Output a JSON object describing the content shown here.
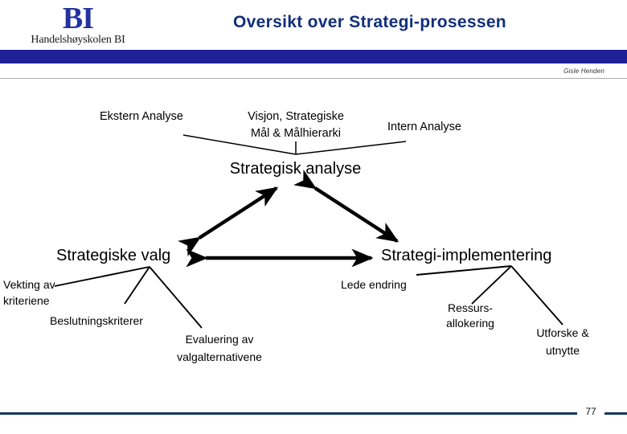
{
  "header": {
    "logo_mark": "BI",
    "logo_sub": "Handelshøyskolen BI",
    "title": "Oversikt over Strategi-prosessen",
    "author": "Gisle Henden",
    "band_color": "#1f2196",
    "title_color": "#11307a"
  },
  "diagram": {
    "top": {
      "left_label": "Ekstern Analyse",
      "center_label_line1": "Visjon, Strategiske",
      "center_label_line2": "Mål & Målhierarki",
      "right_label": "Intern Analyse"
    },
    "apex_label": "Strategisk analyse",
    "left_node": {
      "label": "Strategiske valg",
      "sub_1_line1": "Vekting av",
      "sub_1_line2": "kriteriene",
      "sub_2": "Beslutningskriterer",
      "sub_3_line1": "Evaluering av",
      "sub_3_line2": "valgalternativene"
    },
    "right_node": {
      "label": "Strategi-implementering",
      "sub_1": "Lede endring",
      "sub_2_line1": "Ressurs-",
      "sub_2_line2": "allokering",
      "sub_3_line1": "Utforske &",
      "sub_3_line2": "utnytte"
    }
  },
  "footer": {
    "page_number": "77",
    "rule_color": "#123763"
  }
}
